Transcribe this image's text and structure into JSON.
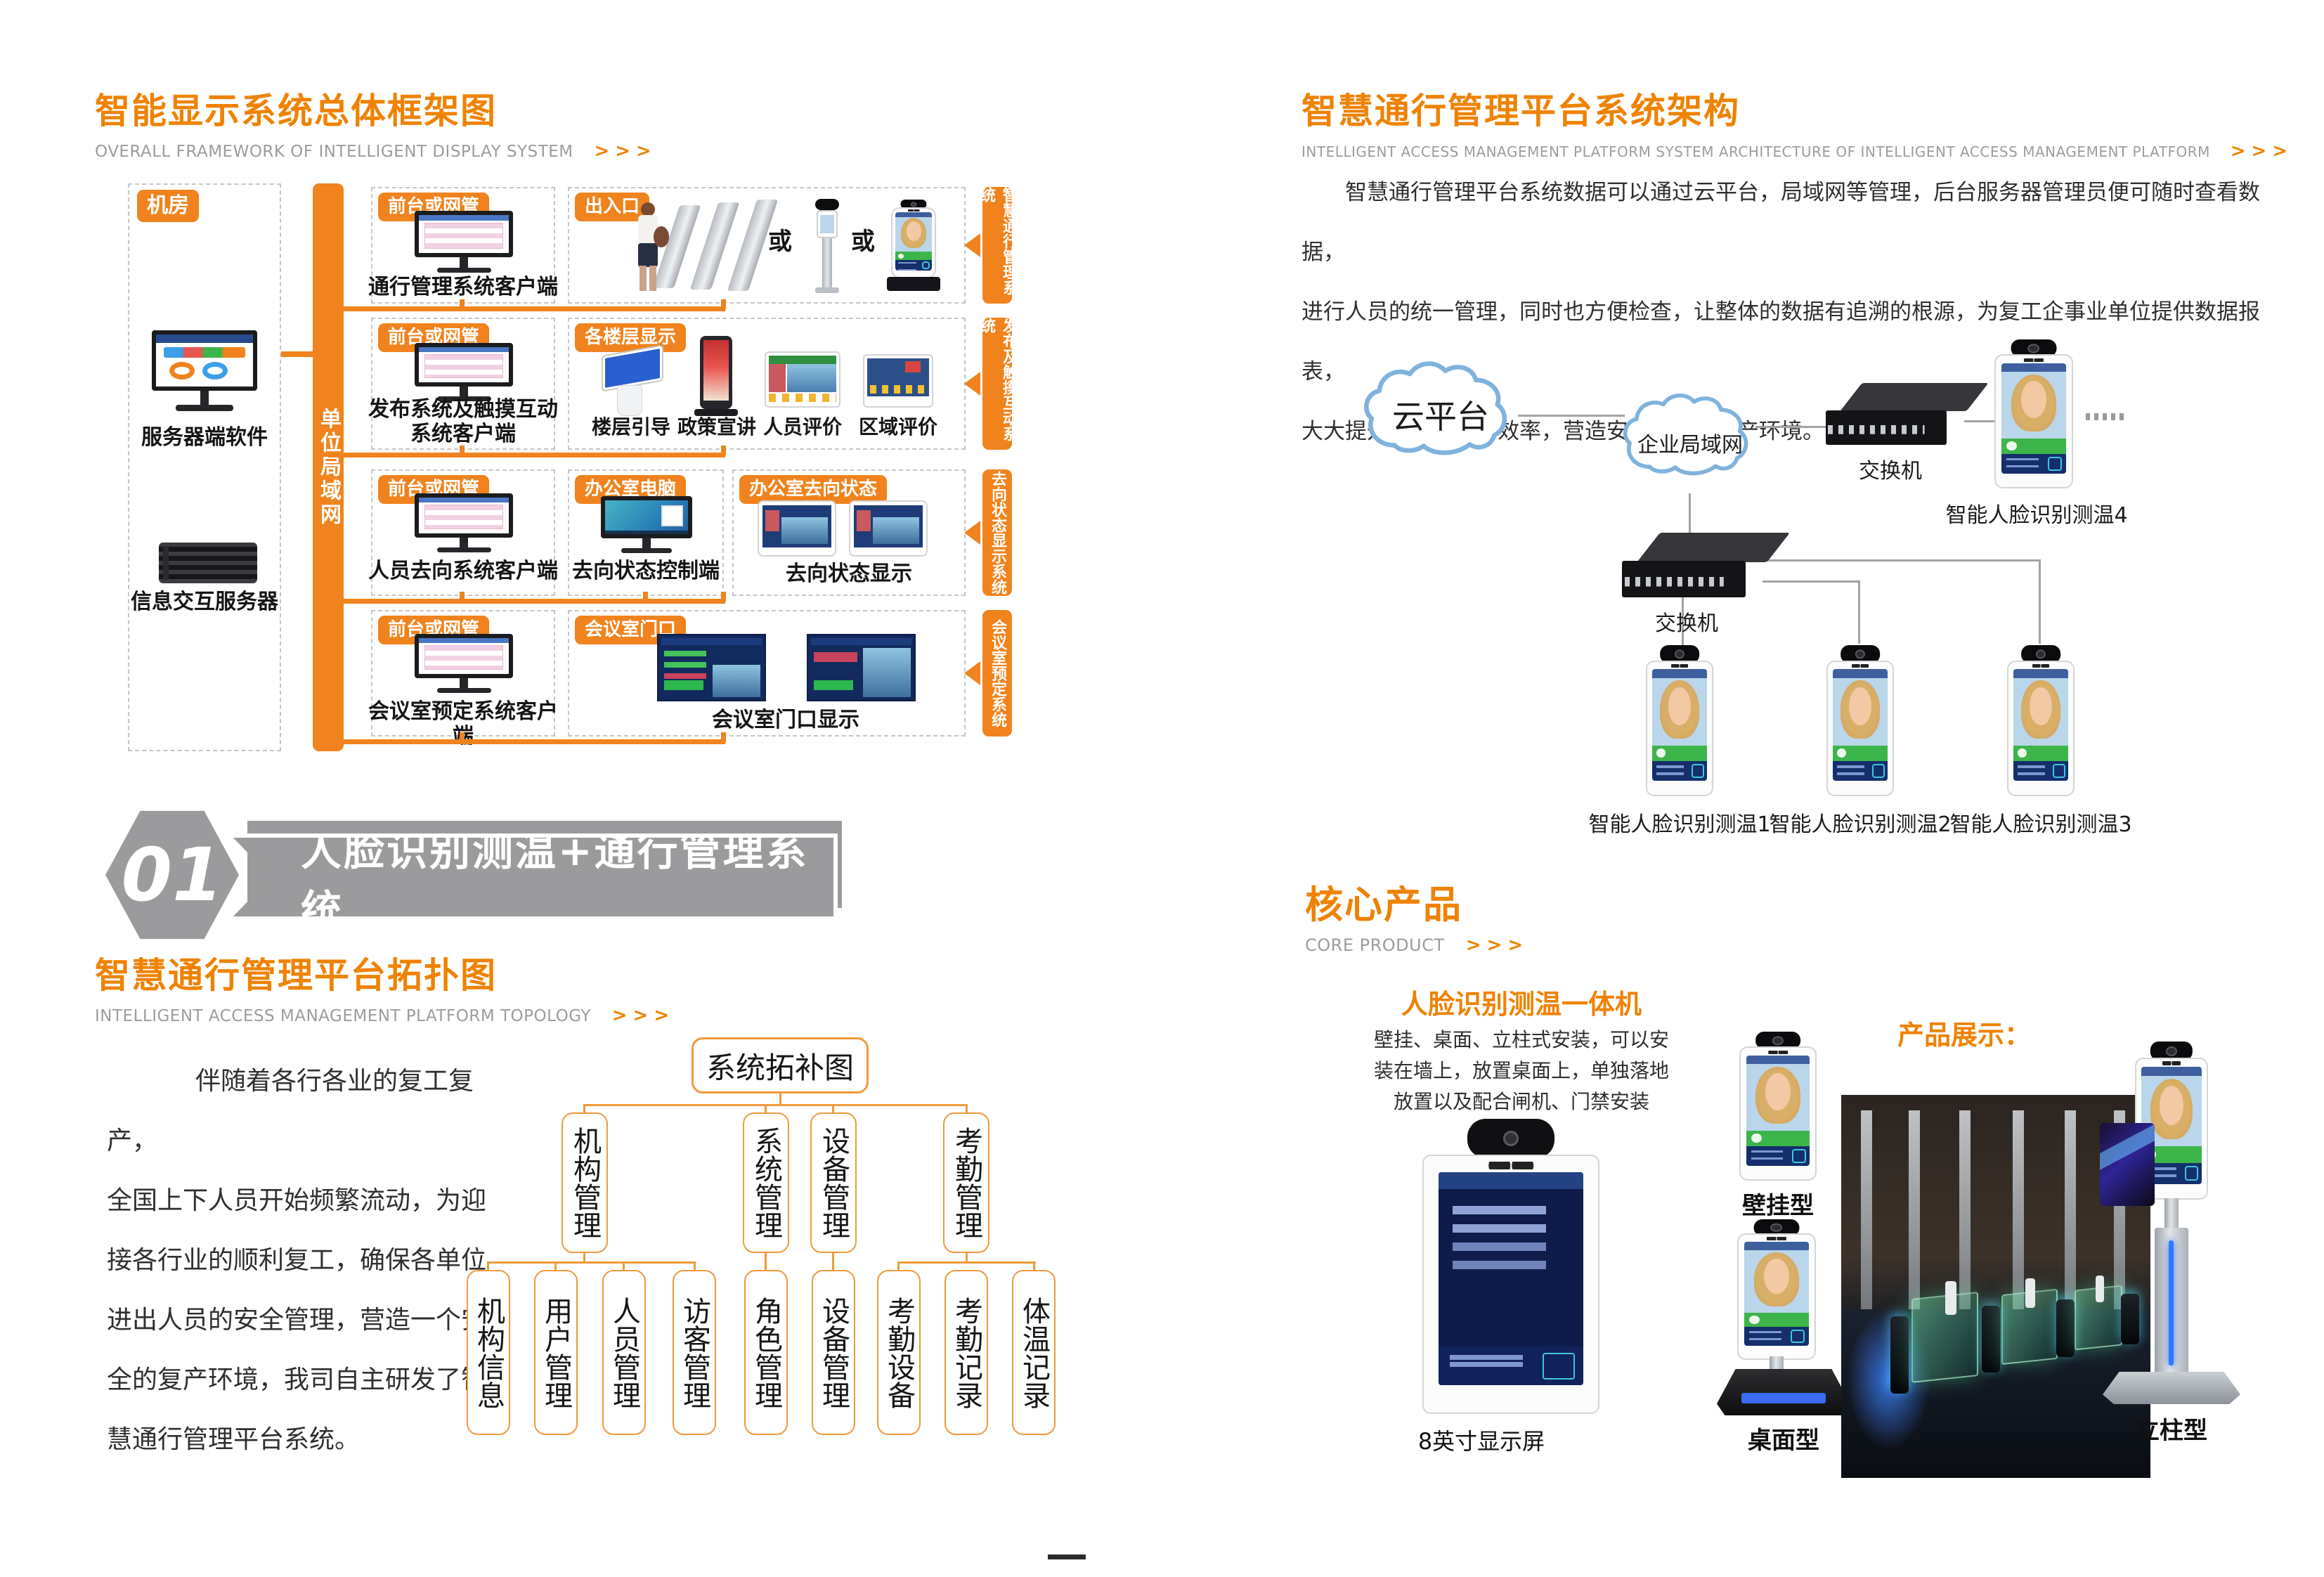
{
  "left": {
    "header1": {
      "title": "智能显示系统总体框架图",
      "subtitle": "OVERALL FRAMEWORK OF INTELLIGENT DISPLAY SYSTEM",
      "arrows": ">>>"
    },
    "framework": {
      "machine_room_tag": "机房",
      "server_software_label": "服务器端软件",
      "info_server_label": "信息交互服务器",
      "lan_label": "单位局域网",
      "row1": {
        "client_tag": "前台或网管",
        "client_label": "通行管理系统客户端",
        "zone_tag": "出入口",
        "or_a": "或",
        "or_b": "或",
        "tab": "智慧通行管理系统"
      },
      "row2": {
        "client_tag": "前台或网管",
        "client_label": "发布系统及触摸互动\n系统客户端",
        "zone_tag": "各楼层显示",
        "devices": [
          "楼层引导",
          "政策宣讲",
          "人员评价",
          "区域评价"
        ],
        "tab": "发布及触摸互动系统"
      },
      "row3": {
        "client_tag": "前台或网管",
        "client_label": "人员去向系统客户端",
        "mid_tag": "办公室电脑",
        "mid_label": "去向状态控制端",
        "zone_tag": "办公室去向状态",
        "zone_label": "去向状态显示",
        "tab": "去向状态显示系统"
      },
      "row4": {
        "client_tag": "前台或网管",
        "client_label": "会议室预定系统客户端",
        "zone_tag": "会议室门口",
        "zone_label": "会议室门口显示",
        "tab": "会议室预定系统"
      }
    },
    "banner": {
      "number": "01",
      "title": "人脸识别测温+通行管理系统"
    },
    "header2": {
      "title": "智慧通行管理平台拓扑图",
      "subtitle": "INTELLIGENT ACCESS MANAGEMENT PLATFORM TOPOLOGY",
      "arrows": ">>>"
    },
    "intro": "伴随着各行各业的复工复产，\n全国上下人员开始频繁流动，为迎\n接各行业的顺利复工，确保各单位\n进出人员的安全管理，营造一个安\n全的复产环境，我司自主研发了智\n慧通行管理平台系统。",
    "tree": {
      "root": "系统拓补图",
      "b1": "机构管理",
      "b2": "系统管理",
      "b3": "设备管理",
      "b4": "考勤管理",
      "l1": "机构信息",
      "l2": "用户管理",
      "l3": "人员管理",
      "l4": "访客管理",
      "l5": "角色管理",
      "l6": "设备管理",
      "l7": "考勤设备",
      "l8": "考勤记录",
      "l9": "体温记录"
    }
  },
  "right": {
    "header": {
      "title": "智慧通行管理平台系统架构",
      "subtitle": "INTELLIGENT ACCESS MANAGEMENT PLATFORM SYSTEM ARCHITECTURE OF INTELLIGENT ACCESS MANAGEMENT PLATFORM",
      "arrows": ">>>"
    },
    "intro": "智慧通行管理平台系统数据可以通过云平台，局域网等管理，后台服务器管理员便可随时查看数据，\n进行人员的统一管理，同时也方便检查，让整体的数据有追溯的根源，为复工企事业单位提供数据报表，\n大大提升筛查的工作效率，营造安全的复工复产环境。",
    "network": {
      "cloud1": "云平台",
      "cloud2": "企业局域网",
      "switch1": "交换机",
      "switch2": "交换机",
      "device4": "智能人脸识别测温4",
      "device1": "智能人脸识别测温1",
      "device2": "智能人脸识别测温2",
      "device3": "智能人脸识别测温3"
    },
    "core": {
      "title": "核心产品",
      "subtitle": "CORE PRODUCT",
      "arrows": ">>>"
    },
    "product": {
      "title": "人脸识别测温一体机",
      "desc": "壁挂、桌面、立柱式安装，可以安\n装在墙上，放置桌面上，单独落地\n放置以及配合闸机、门禁安装",
      "screen_label": "8英寸显示屏",
      "showcase": "产品展示：",
      "wall": "壁挂型",
      "desk": "桌面型",
      "pole": "立柱型"
    }
  },
  "colors": {
    "accent": "#ef8200",
    "tag_orange": "#f0831d",
    "subtitle_gray": "#9c9c9c",
    "banner_gray": "#9b9b9d"
  }
}
